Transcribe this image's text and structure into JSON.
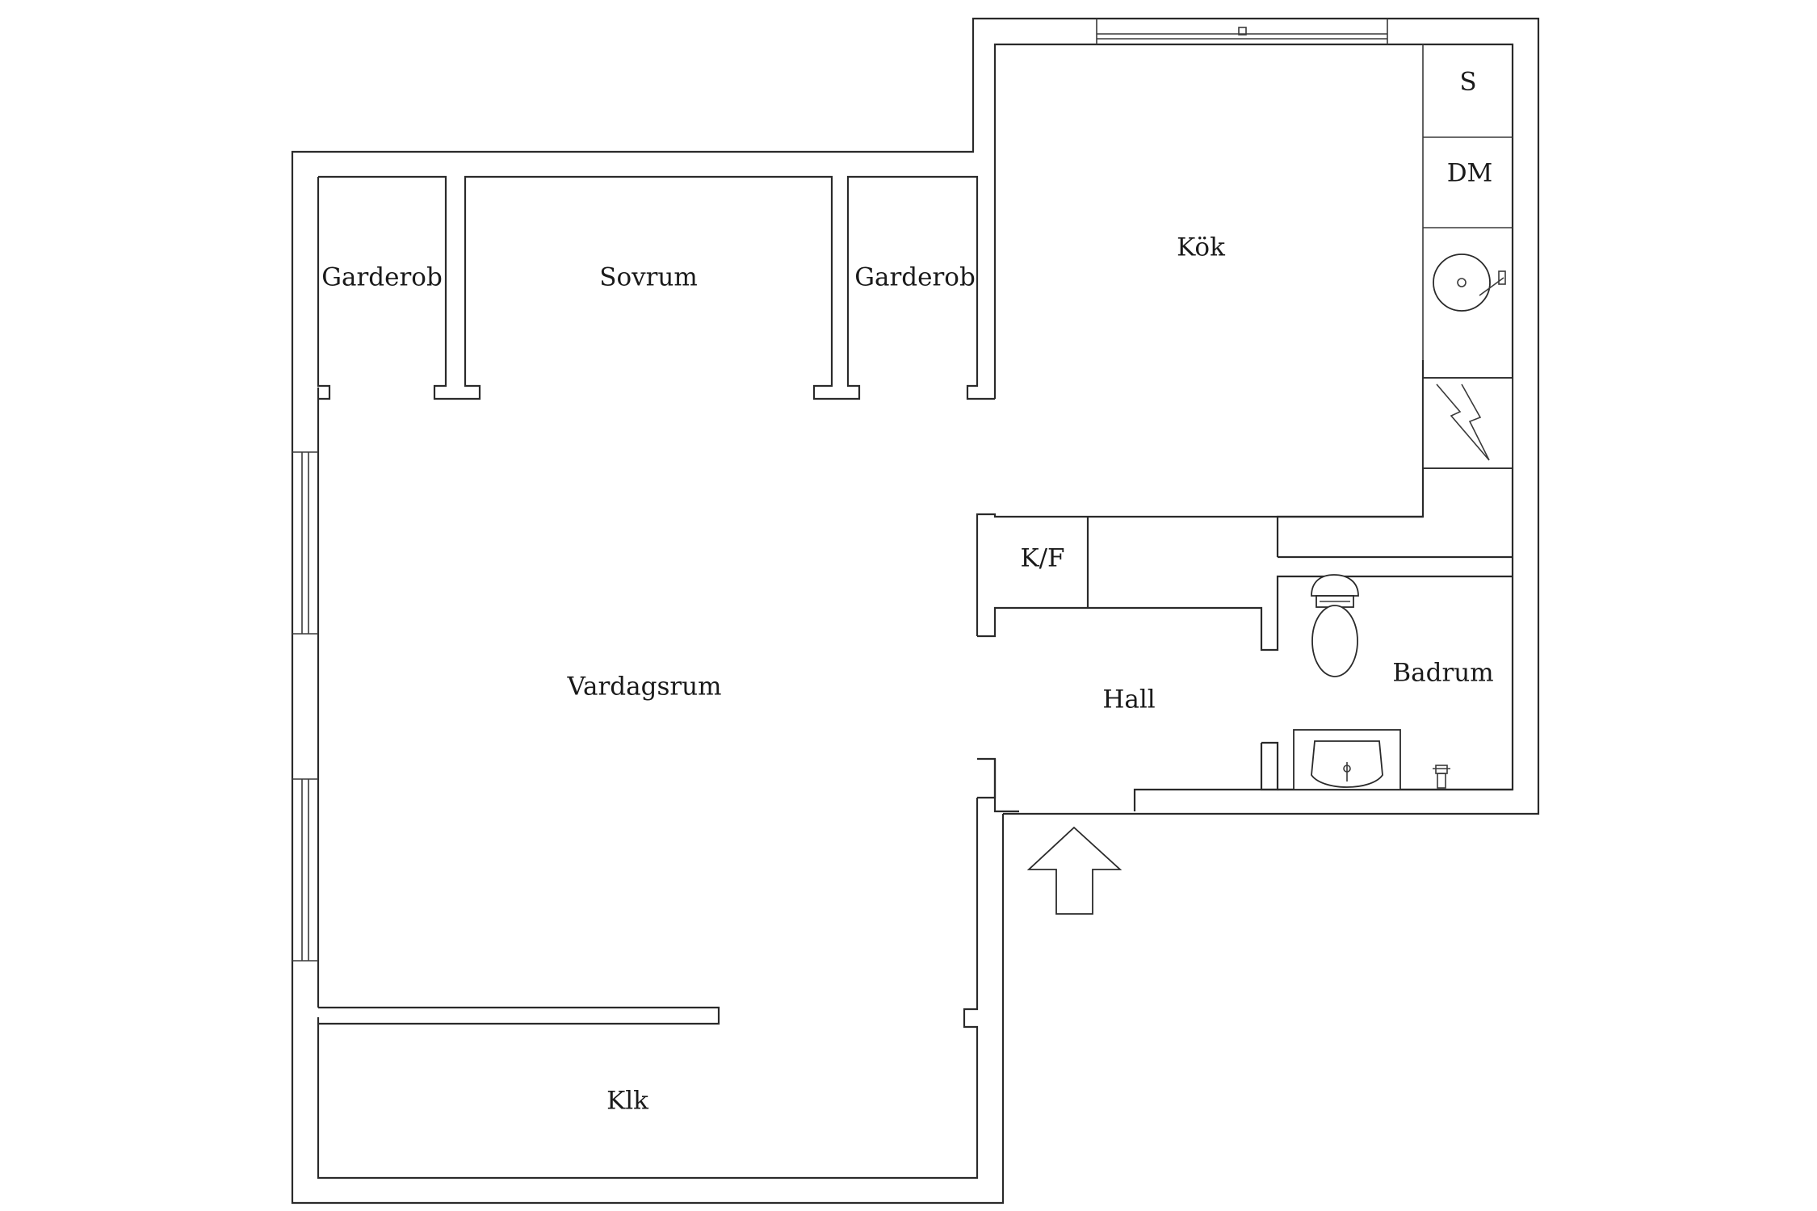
{
  "floorplan": {
    "rooms": {
      "garderob_left": "Garderob",
      "sovrum": "Sovrum",
      "garderob_right": "Garderob",
      "kok": "Kök",
      "s": "S",
      "dm": "DM",
      "kf": "K/F",
      "badrum": "Badrum",
      "hall": "Hall",
      "vardagsrum": "Vardagsrum",
      "klk": "Klk"
    },
    "entrance_icon": "arrow-up-icon",
    "colors": {
      "wall": "#2a2a2a",
      "background": "#ffffff"
    }
  }
}
